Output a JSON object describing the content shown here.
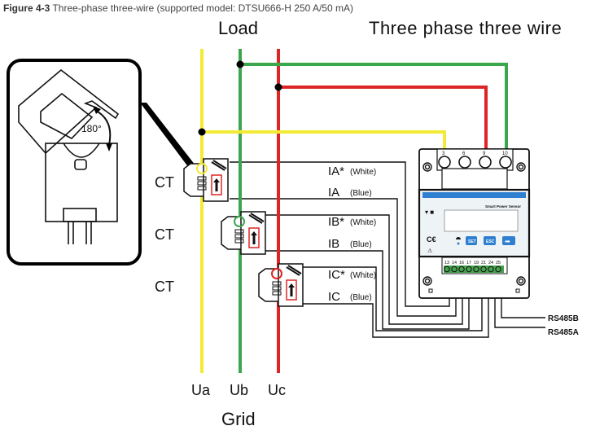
{
  "caption": {
    "figure_label": "Figure 4-3",
    "text": " Three-phase three-wire (supported model: DTSU666-H 250 A/50 mA)"
  },
  "labels": {
    "load": "Load",
    "title": "Three phase three wire",
    "grid": "Grid",
    "angle": "180°",
    "ct": [
      "CT",
      "CT",
      "CT"
    ],
    "phases": [
      "Ua",
      "Ub",
      "Uc"
    ]
  },
  "ct_wires": [
    {
      "name": "IA*",
      "color": "(White)"
    },
    {
      "name": "IA",
      "color": "(Blue)"
    },
    {
      "name": "IB*",
      "color": "(White)"
    },
    {
      "name": "IB",
      "color": "(Blue)"
    },
    {
      "name": "IC*",
      "color": "(White)"
    },
    {
      "name": "IC",
      "color": "(Blue)"
    }
  ],
  "meter": {
    "brand_text": "Smart Power Sensor",
    "top_terminals": [
      "3",
      "6",
      "9",
      "10"
    ],
    "bottom_terminals": [
      "13",
      "14",
      "16",
      "17",
      "19",
      "21",
      "24",
      "25"
    ],
    "buttons": [
      "SET",
      "ESC",
      "➡"
    ]
  },
  "rs485": [
    "RS485B",
    "RS485A"
  ],
  "colors": {
    "phase_a": "#f3ea35",
    "phase_b": "#3ca64c",
    "phase_c": "#dd2525",
    "meter_blue": "#2f7fd0"
  }
}
